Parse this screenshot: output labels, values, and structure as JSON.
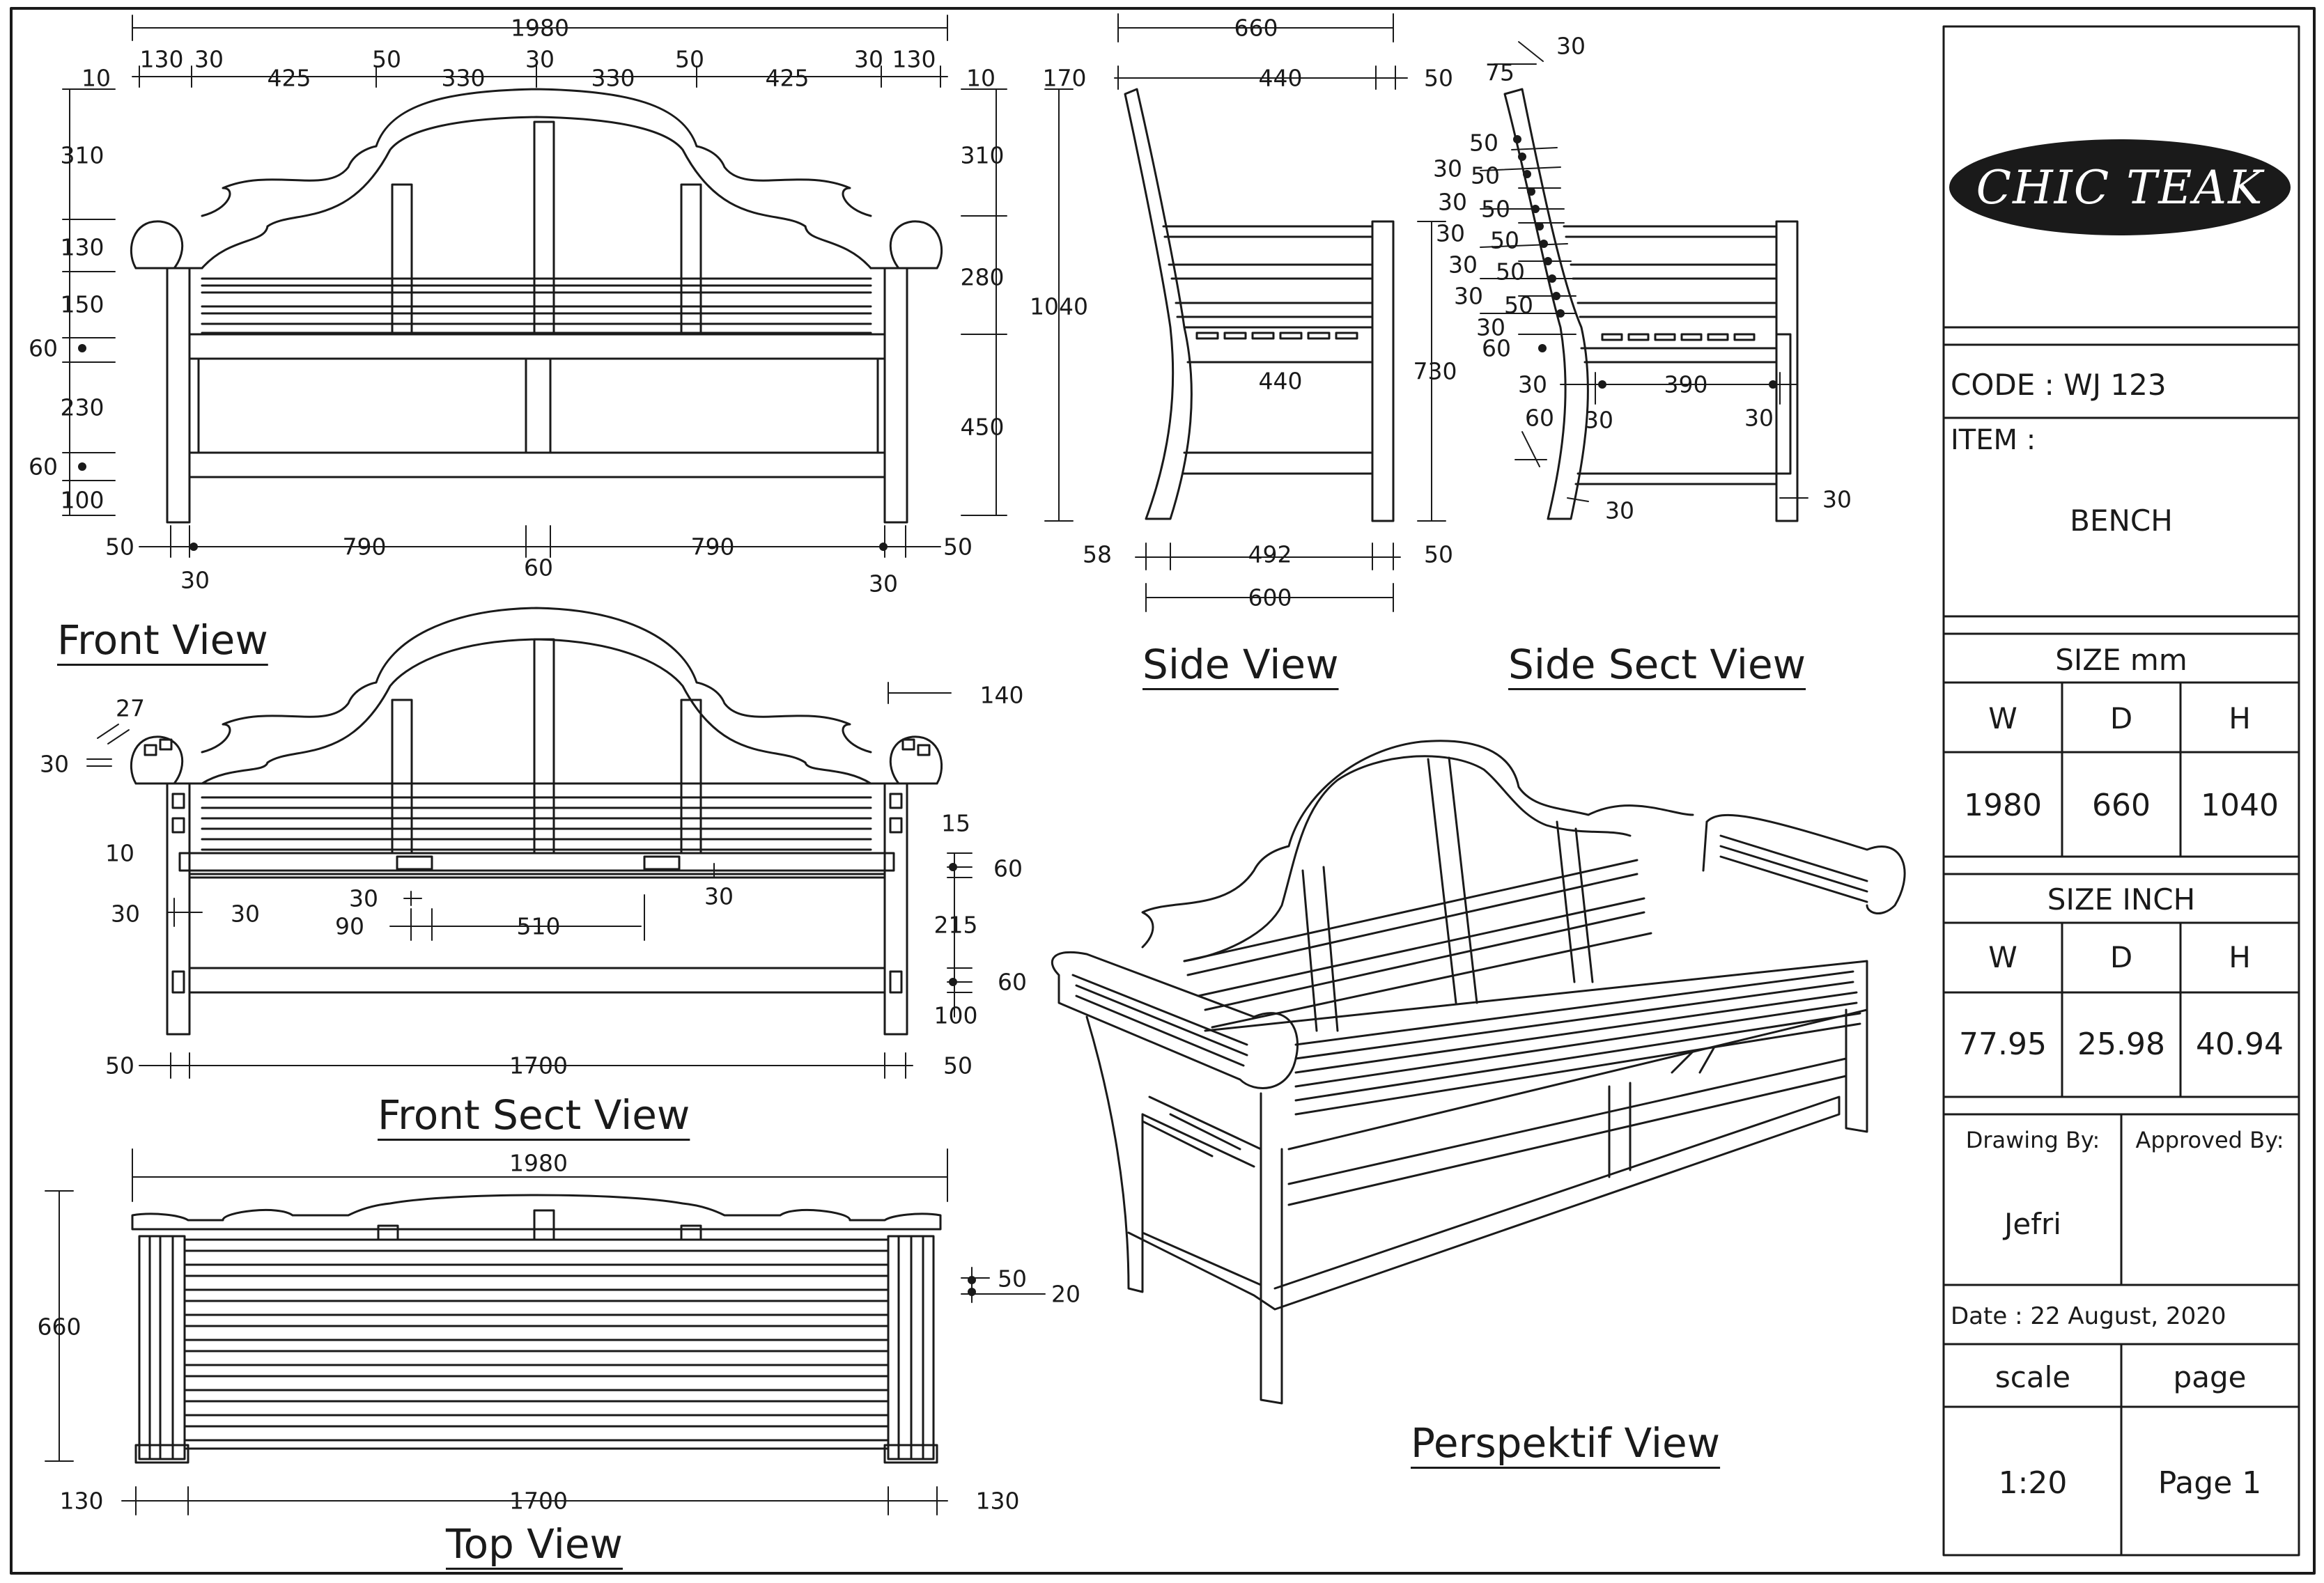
{
  "views": {
    "front": "Front View",
    "side": "Side View",
    "side_sect": "Side Sect View",
    "front_sect": "Front Sect View",
    "top": "Top View",
    "perspective": "Perspektif View"
  },
  "dims": {
    "fv": [
      "1980",
      "10",
      "130",
      "30",
      "425",
      "50",
      "330",
      "30",
      "330",
      "50",
      "425",
      "30",
      "130",
      "10",
      "310",
      "130",
      "150",
      "60",
      "230",
      "60",
      "100",
      "310",
      "280",
      "450",
      "50",
      "30",
      "790",
      "60",
      "790",
      "30",
      "50"
    ],
    "sv": [
      "660",
      "170",
      "440",
      "50",
      "1040",
      "440",
      "730",
      "58",
      "492",
      "50",
      "600"
    ],
    "ssv": [
      "75",
      "30",
      "50",
      "30",
      "50",
      "30",
      "50",
      "30",
      "50",
      "30",
      "50",
      "30",
      "50",
      "30",
      "60",
      "30",
      "390",
      "60",
      "30",
      "30",
      "30",
      "30"
    ],
    "fsv": [
      "27",
      "30",
      "140",
      "10",
      "15",
      "60",
      "30",
      "30",
      "30",
      "30",
      "90",
      "510",
      "215",
      "60",
      "100",
      "50",
      "1700",
      "50"
    ],
    "tv": [
      "1980",
      "660",
      "50",
      "20",
      "130",
      "1700",
      "130"
    ]
  },
  "title_block": {
    "logo": "CHIC TEAK",
    "code": "CODE : WJ 123",
    "item_label": "ITEM :",
    "item_value": "BENCH",
    "size_mm_label": "SIZE mm",
    "size_inch_label": "SIZE INCH",
    "col_w": "W",
    "col_d": "D",
    "col_h": "H",
    "mm_w": "1980",
    "mm_d": "660",
    "mm_h": "1040",
    "in_w": "77.95",
    "in_d": "25.98",
    "in_h": "40.94",
    "drawing_by_label": "Drawing By:",
    "approved_by_label": "Approved By:",
    "drawing_by": "Jefri",
    "date": "Date : 22 August, 2020",
    "scale_label": "scale",
    "page_label": "page",
    "scale": "1:20",
    "page": "Page 1"
  }
}
